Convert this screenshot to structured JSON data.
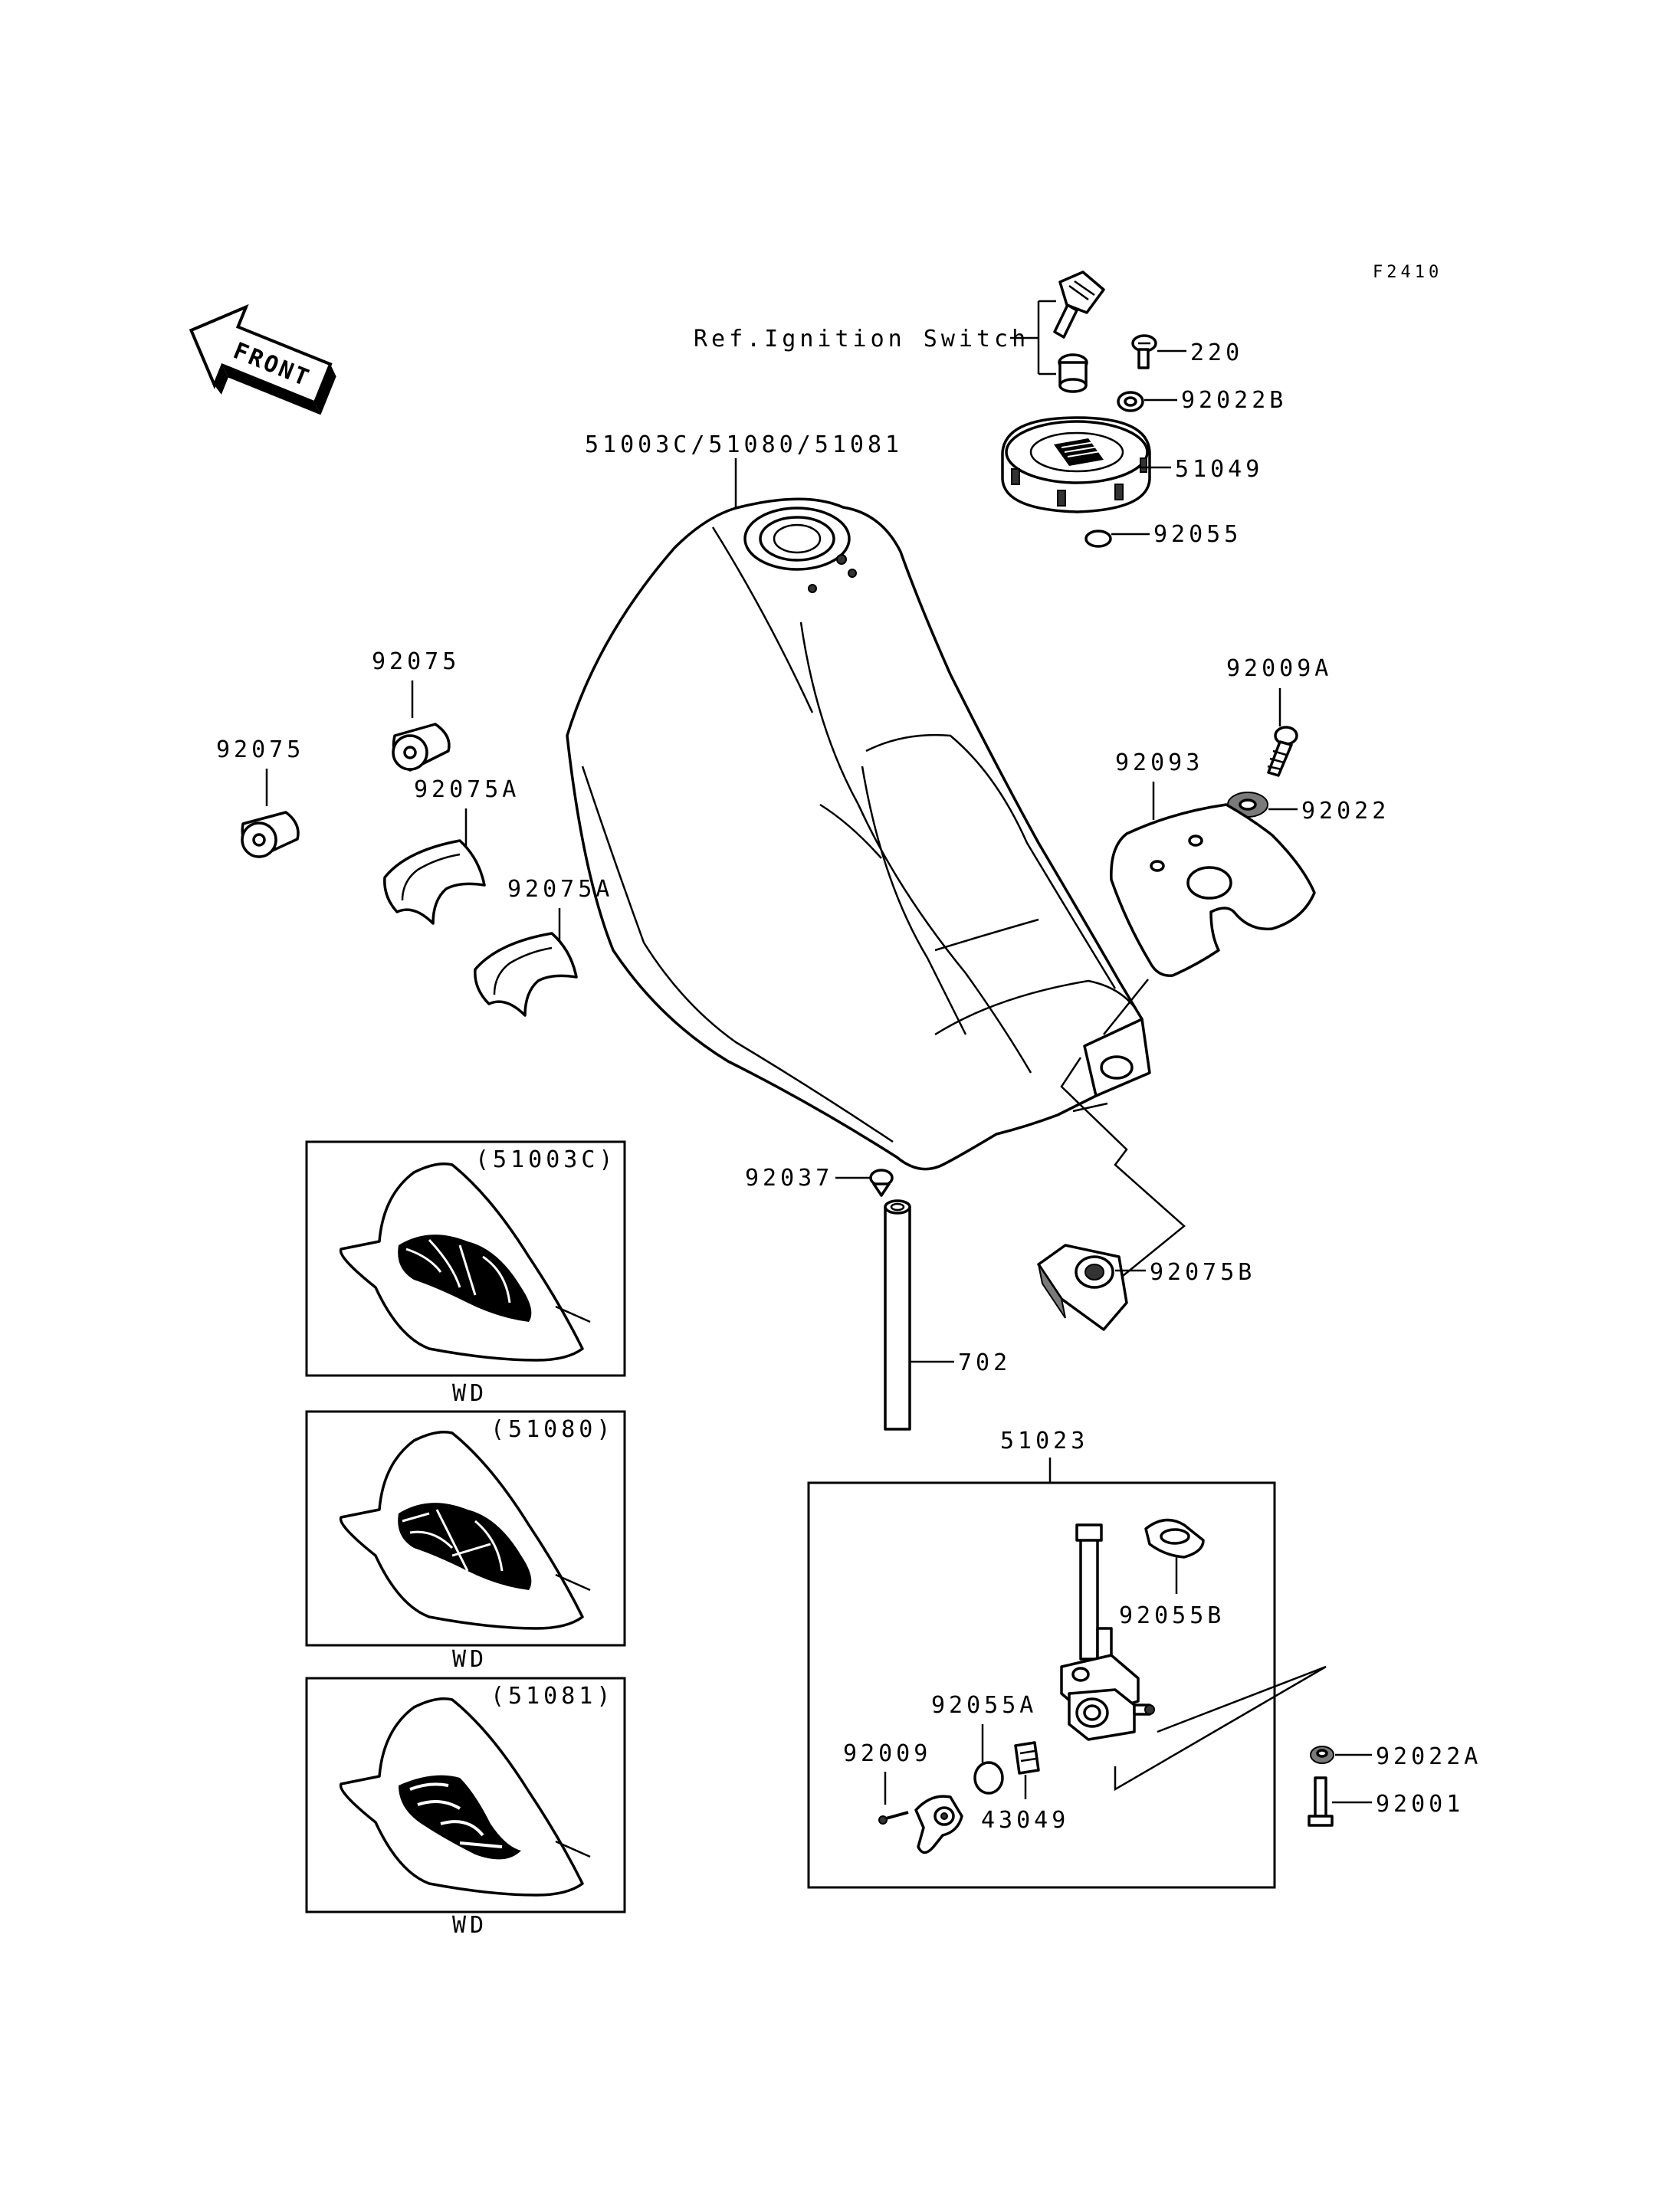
{
  "diagram_code": "F2410",
  "front_badge": "FRONT",
  "ref_note": "Ref.Ignition Switch",
  "labels": {
    "p220": "220",
    "p92022B": "92022B",
    "p51049": "51049",
    "p92055": "92055",
    "tank": "51003C/51080/51081",
    "p92075_a": "92075",
    "p92075_b": "92075",
    "p92075A_a": "92075A",
    "p92075A_b": "92075A",
    "p92009A": "92009A",
    "p92093": "92093",
    "p92022": "92022",
    "p92037": "92037",
    "p92075B": "92075B",
    "p702": "702",
    "p51023": "51023",
    "p92055B": "92055B",
    "p92055A": "92055A",
    "p92009": "92009",
    "p43049": "43049",
    "p92022A": "92022A",
    "p92001": "92001"
  },
  "variants": [
    {
      "code": "(51003C)",
      "tag": "WD"
    },
    {
      "code": "(51080)",
      "tag": "WD"
    },
    {
      "code": "(51081)",
      "tag": "WD"
    }
  ]
}
